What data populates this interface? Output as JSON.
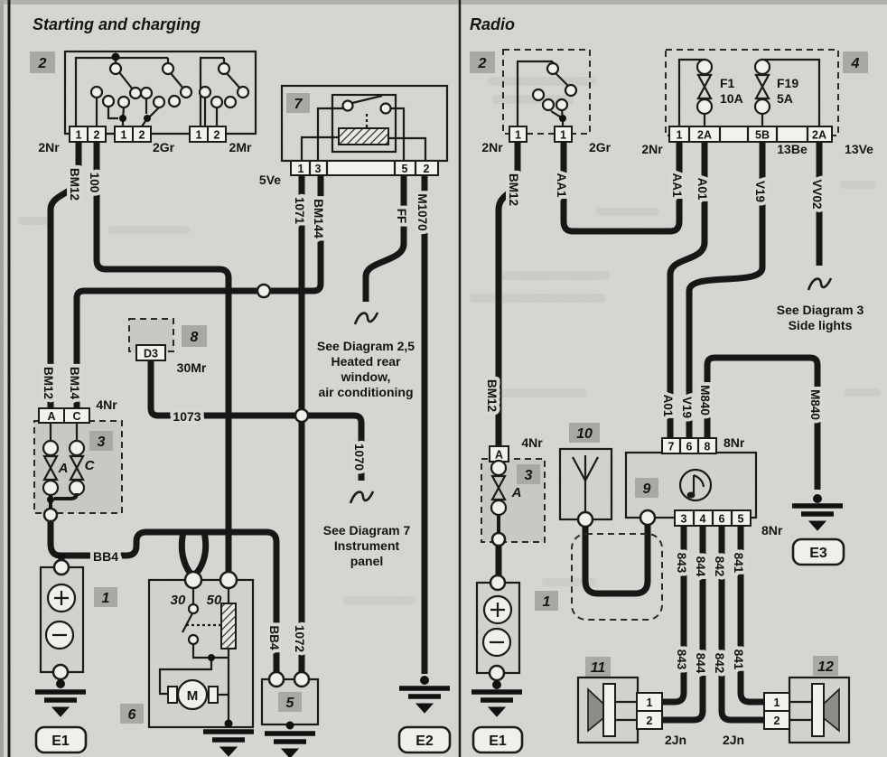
{
  "titles": {
    "left": "Starting and charging",
    "right": "Radio"
  },
  "tags": {
    "t1": "1",
    "t2": "2",
    "t3": "3",
    "t4": "4",
    "t5": "5",
    "t6": "6",
    "t7": "7",
    "t8": "8",
    "t9": "9",
    "t10": "10",
    "t11": "11",
    "t12": "12"
  },
  "pins": {
    "p1": "1",
    "p2": "2",
    "p3": "3",
    "p4": "4",
    "p5": "5",
    "p6": "6",
    "p7": "7",
    "p8": "8",
    "a": "A",
    "c": "C",
    "n2a": "2A",
    "n5b": "5B",
    "t30": "30",
    "t50": "50",
    "d3": "D3",
    "m": "M"
  },
  "connectors": {
    "two_nr": "2Nr",
    "two_gr": "2Gr",
    "two_mr": "2Mr",
    "five_ve": "5Ve",
    "four_nr": "4Nr",
    "eight_nr": "8Nr",
    "two_jn": "2Jn",
    "thirteen_be": "13Be",
    "thirteen_ve": "13Ve",
    "thirty_mr": "30Mr"
  },
  "wires": {
    "bm12": "BM12",
    "w100": "100",
    "w1071": "1071",
    "bm144": "BM144",
    "ff": "FF",
    "m1070": "M1070",
    "bm14": "BM14",
    "w1073": "1073",
    "w1070": "1070",
    "bb4": "BB4",
    "w1072": "1072",
    "aa1": "AA1",
    "a01": "A01",
    "v19": "V19",
    "vv02": "VV02",
    "m840": "M840",
    "w841": "841",
    "w842": "842",
    "w843": "843",
    "w844": "844"
  },
  "fuses": {
    "f1": "F1",
    "f1_rating": "10A",
    "f19": "F19",
    "f19_rating": "5A"
  },
  "grounds": {
    "e1": "E1",
    "e2": "E2",
    "e3": "E3"
  },
  "notes": {
    "hrw": [
      "See Diagram 2,5",
      "Heated rear",
      "window,",
      "air conditioning"
    ],
    "ip": [
      "See Diagram 7",
      "Instrument",
      "panel"
    ],
    "sl": [
      "See Diagram 3",
      "Side lights"
    ]
  },
  "colors": {
    "paper": "#d8d7d2",
    "wire": "#171717",
    "component_fill": "#d2d1cb",
    "tag_fill": "#a9a8a3"
  }
}
